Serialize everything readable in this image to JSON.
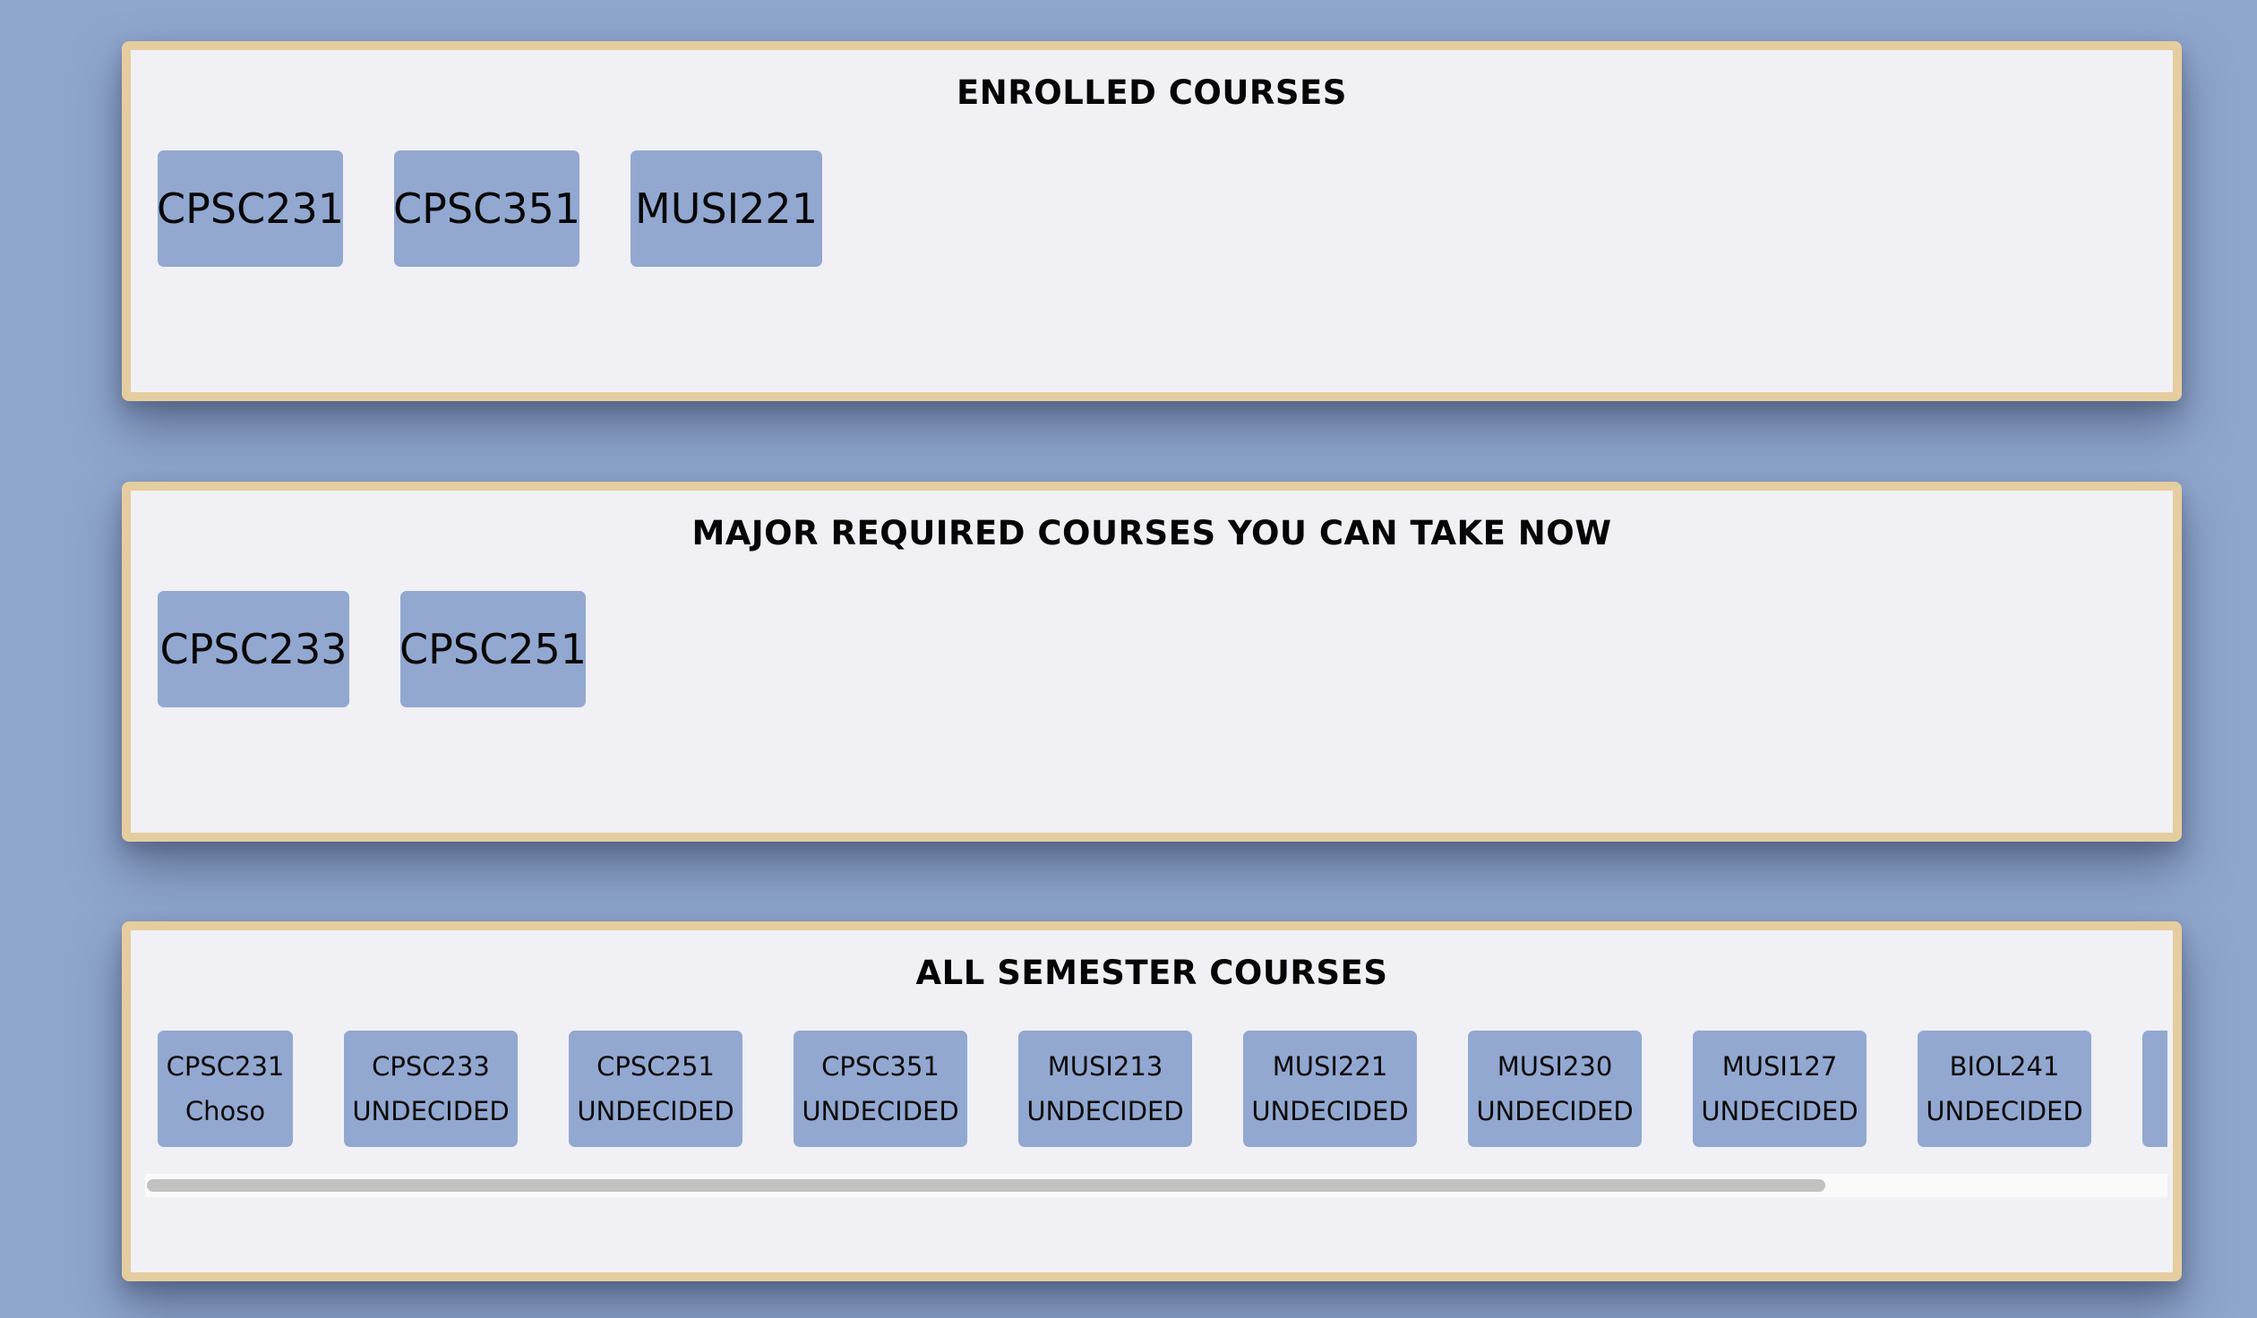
{
  "enrolled": {
    "title": "ENROLLED COURSES",
    "courses": [
      "CPSC231",
      "CPSC351",
      "MUSI221"
    ]
  },
  "major": {
    "title": "MAJOR REQUIRED COURSES YOU CAN TAKE NOW",
    "courses": [
      "CPSC233",
      "CPSC251"
    ]
  },
  "all": {
    "title": "ALL SEMESTER COURSES",
    "courses": [
      {
        "code": "CPSC231",
        "status": "Choso"
      },
      {
        "code": "CPSC233",
        "status": "UNDECIDED"
      },
      {
        "code": "CPSC251",
        "status": "UNDECIDED"
      },
      {
        "code": "CPSC351",
        "status": "UNDECIDED"
      },
      {
        "code": "MUSI213",
        "status": "UNDECIDED"
      },
      {
        "code": "MUSI221",
        "status": "UNDECIDED"
      },
      {
        "code": "MUSI230",
        "status": "UNDECIDED"
      },
      {
        "code": "MUSI127",
        "status": "UNDECIDED"
      },
      {
        "code": "BIOL241",
        "status": "UNDECIDED"
      },
      {
        "code": "",
        "status": ""
      }
    ]
  },
  "colors": {
    "background": "#8fa6cd",
    "panel": "#f1f0f5",
    "panel_border": "#e6cd9f",
    "chip": "#92a8d1"
  }
}
